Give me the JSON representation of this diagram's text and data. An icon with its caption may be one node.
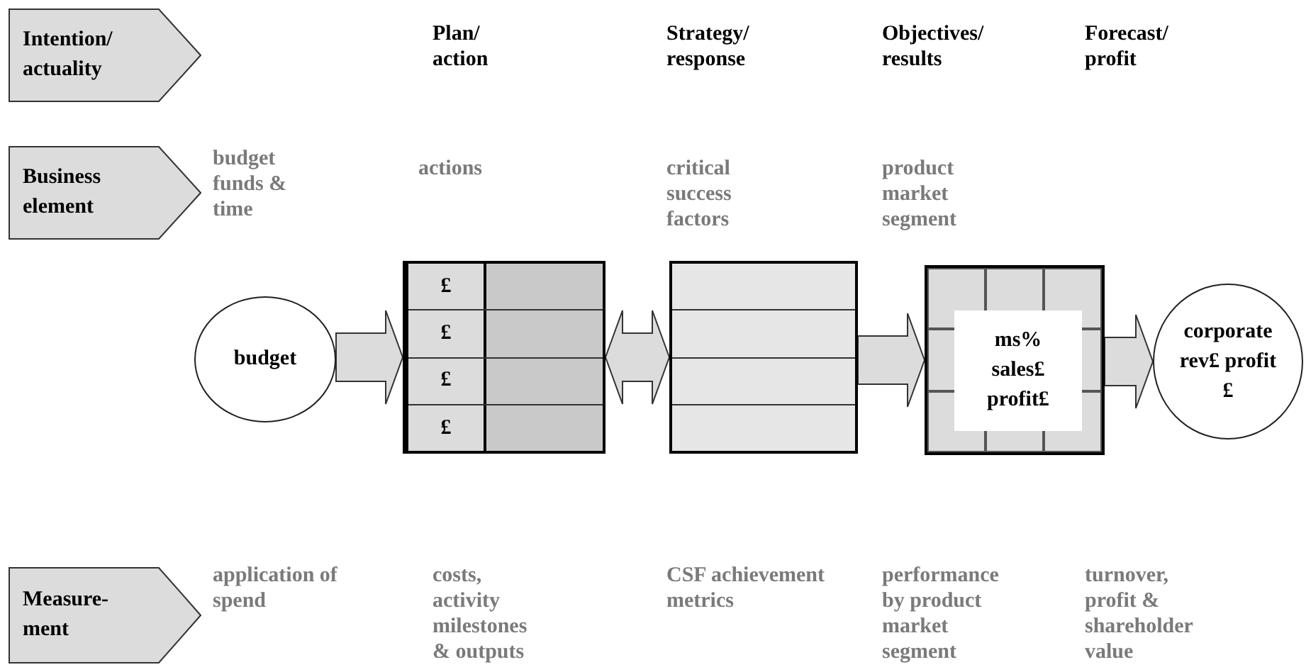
{
  "diagram": {
    "nodes": [
      {
        "text": [
          "Intention/ actuality"
        ]
      },
      {
        "text": [
          "Business element"
        ]
      },
      {
        "text": [
          "budget"
        ]
      },
      {
        "text": [
          "£",
          "£",
          "£",
          "£"
        ]
      },
      {
        "text": [],
        "shape": "box"
      },
      {
        "text": [
          "ms% sales£ profit£"
        ]
      },
      {
        "text": [
          "corporate rev£ profit £"
        ]
      },
      {
        "text": [
          "Measure- ment"
        ]
      }
    ],
    "edges": [
      {
        "from": 2,
        "to": 3,
        "arrow": "to"
      },
      {
        "from": 3,
        "to": 4,
        "arrow": "both"
      },
      {
        "from": 4,
        "to": 5,
        "arrow": "to"
      },
      {
        "from": 5,
        "to": 6,
        "arrow": "to"
      }
    ],
    "labels": [
      "Plan/ action",
      "Strategy/ response",
      "Objectives/ results",
      "Forecast/ profit",
      "budget funds & time",
      "actions",
      "critical success factors",
      "product market segment",
      "application of spend",
      "costs, activity milestones & outputs",
      "CSF achievement metrics",
      "performance by product market segment",
      "turnover, profit & shareholder value"
    ]
  }
}
